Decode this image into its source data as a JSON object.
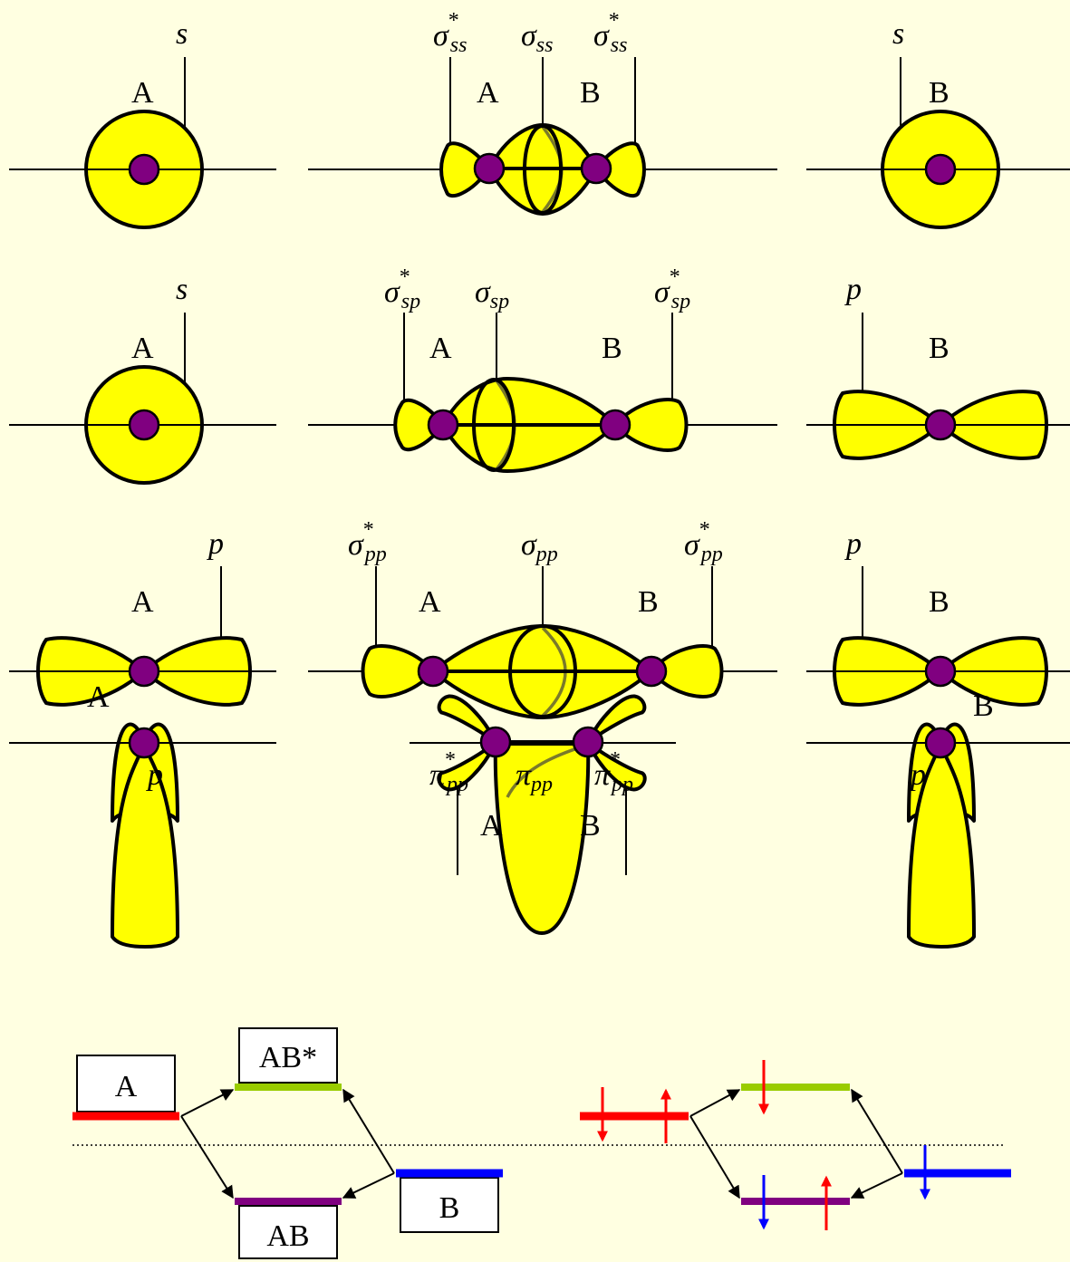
{
  "atoms": {
    "a": "A",
    "b": "B"
  },
  "orbitals": {
    "s": "s",
    "p": "p"
  },
  "mo": {
    "sigma": "σ",
    "pi": "π",
    "star": "*",
    "ss": "ss",
    "sp": "sp",
    "pp": "pp"
  },
  "energy_diagram": {
    "level_a": "A",
    "level_b": "B",
    "antibonding": "AB*",
    "bonding": "AB"
  },
  "colors": {
    "background": "#FFFFE1",
    "lobe": "#FFFF00",
    "nucleus": "#800080",
    "level_a": "#FF0000",
    "level_b": "#0000FF",
    "antibonding": "#99CC00",
    "bonding": "#800080"
  }
}
